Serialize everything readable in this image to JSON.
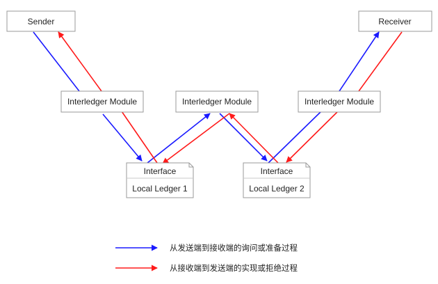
{
  "nodes": {
    "sender": "Sender",
    "receiver": "Receiver",
    "module_left": "Interledger Module",
    "module_center": "Interledger Module",
    "module_right": "Interledger Module",
    "ledger1_header": "Interface",
    "ledger1_label": "Local Ledger 1",
    "ledger2_header": "Interface",
    "ledger2_label": "Local Ledger 2"
  },
  "legend": {
    "blue_text": "从发送端到接收端的询问或准备过程",
    "red_text": "从接收端到发送端的实现或拒绝过程"
  },
  "colors": {
    "blue": "#1a1aff",
    "red": "#ff1a1a",
    "box_border": "#9a9a9a"
  }
}
